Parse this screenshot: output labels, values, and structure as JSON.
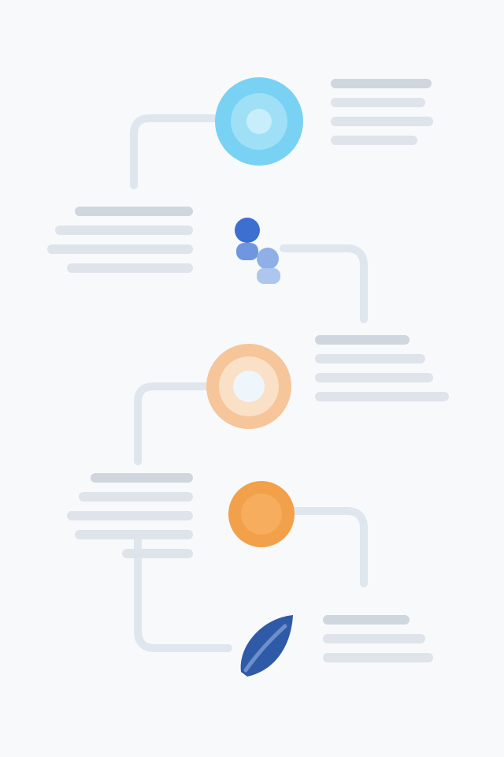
{
  "diagram": {
    "steps": [
      {
        "id": "step-1",
        "icon": "target-icon",
        "color": "#6fcdf0",
        "label": ""
      },
      {
        "id": "step-2",
        "icon": "people-icon",
        "color": "#3d6fd0",
        "label": ""
      },
      {
        "id": "step-3",
        "icon": "ring-icon",
        "color": "#f3ba8a",
        "label": ""
      },
      {
        "id": "step-4",
        "icon": "filled-circle-icon",
        "color": "#f3a04a",
        "label": ""
      },
      {
        "id": "step-5",
        "icon": "leaf-icon",
        "color": "#2f5aa7",
        "label": ""
      }
    ],
    "connector_color": "#dfe6ee",
    "background": "#f7f9fb"
  }
}
